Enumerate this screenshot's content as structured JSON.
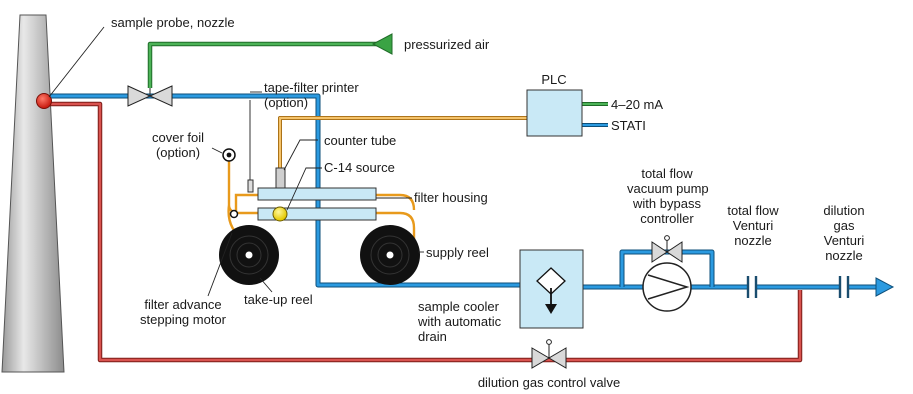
{
  "labels": {
    "sample_probe": "sample probe, nozzle",
    "pressurized_air": "pressurized air",
    "tape_filter_printer": "tape-filter printer\n(option)",
    "plc": "PLC",
    "signal_4_20": "4–20 mA",
    "stati": "STATI",
    "cover_foil": "cover foil\n(option)",
    "counter_tube": "counter tube",
    "c14_source": "C-14 source",
    "filter_housing": "filter housing",
    "supply_reel": "supply reel",
    "take_up_reel": "take-up reel",
    "filter_advance": "filter advance\nstepping motor",
    "sample_cooler": "sample cooler\nwith automatic\ndrain",
    "total_flow_pump": "total flow\nvacuum pump\nwith bypass\ncontroller",
    "total_flow_venturi": "total flow\nVenturi\nnozzle",
    "dilution_venturi": "dilution\ngas\nVenturi\nnozzle",
    "dilution_valve": "dilution gas control valve"
  },
  "colors": {
    "sample_line": "#1b86c8",
    "dilution_line": "#c9302c",
    "air_line": "#3aa344",
    "signal_line": "#f0a830",
    "component_fill": "#c9e9f6",
    "stack_fill": "#bdbdbd",
    "reel_fill": "#111111"
  }
}
